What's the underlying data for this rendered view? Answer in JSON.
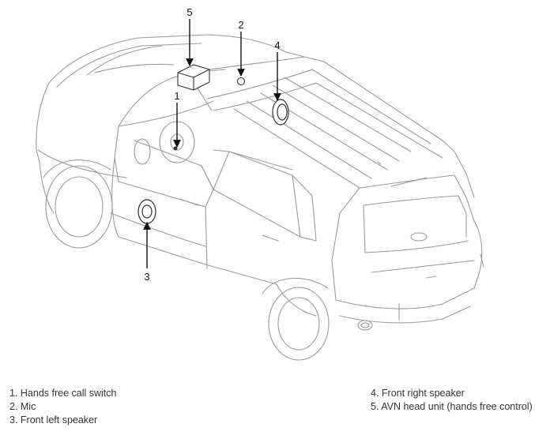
{
  "callouts": [
    {
      "number": "1",
      "label": "1. Hands free call switch"
    },
    {
      "number": "2",
      "label": "2. Mic"
    },
    {
      "number": "3",
      "label": "3. Front left speaker"
    },
    {
      "number": "4",
      "label": "4. Front right speaker"
    },
    {
      "number": "5",
      "label": "5. AVN head unit (hands free control)"
    }
  ],
  "colors": {
    "line": "#9a9a9a",
    "pointer": "#111111",
    "text": "#333333"
  }
}
